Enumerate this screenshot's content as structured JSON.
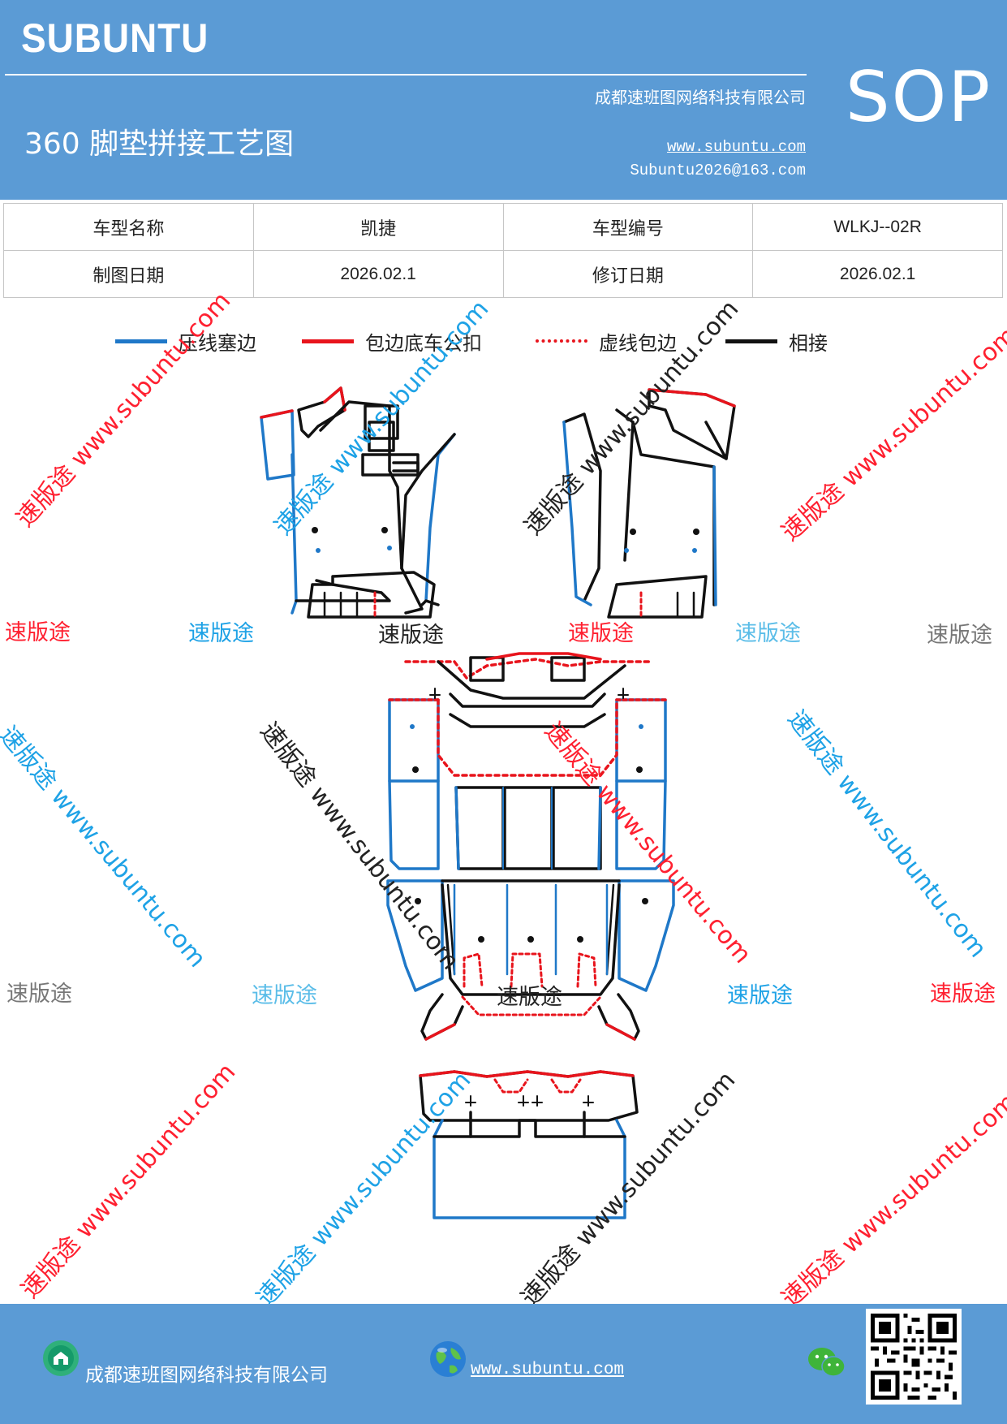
{
  "header": {
    "brand": "SUBUNTU",
    "company": "成都速班图网络科技有限公司",
    "title": "360 脚垫拼接工艺图",
    "website": "www.subuntu.com",
    "email": "Subuntu2026@163.com",
    "badge": "SOP"
  },
  "info": {
    "row1": {
      "label1": "车型名称",
      "value1": "凯捷",
      "label2": "车型编号",
      "value2": "WLKJ--02R"
    },
    "row2": {
      "label1": "制图日期",
      "value1": "2026.02.1",
      "label2": "修订日期",
      "value2": "2026.02.1"
    }
  },
  "legend": [
    {
      "label": "压线塞边",
      "color": "#1f78c8",
      "style": "solid"
    },
    {
      "label": "包边底车公扣",
      "color": "#e8141c",
      "style": "solid"
    },
    {
      "label": "虚线包边",
      "color": "#e8141c",
      "style": "dashed"
    },
    {
      "label": "相接",
      "color": "#111111",
      "style": "solid"
    }
  ],
  "watermark": {
    "text": "速版途",
    "diag_text": "速版途 www.subuntu.com",
    "colors": {
      "red": "#ff2030",
      "blue": "#1ea2e6",
      "gray": "#777777",
      "light_blue": "#5bbde8",
      "black": "#222222"
    }
  },
  "footer": {
    "company": "成都速班图网络科技有限公司",
    "website": "www.subuntu.com",
    "icons": [
      "company-icon",
      "globe-icon",
      "wechat-icon",
      "qr-code"
    ]
  },
  "colors": {
    "header_bg": "#5b9bd5",
    "blue_line": "#1f78c8",
    "red_line": "#e8141c",
    "black_line": "#111111"
  }
}
